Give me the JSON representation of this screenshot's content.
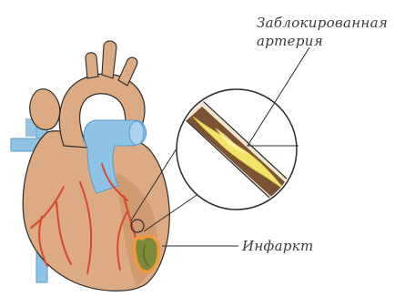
{
  "labels": {
    "blocked_artery_line1": "Заблокированная",
    "blocked_artery_line2": "артерия",
    "infarct": "Инфаркт"
  },
  "colors": {
    "heart_fill": "#dcab83",
    "heart_shade": "#c88e62",
    "vessel_blue": "#8ec3e6",
    "vessel_blue_dark": "#5a9ccc",
    "coronary_red": "#d9472f",
    "artery_wall": "#7b5233",
    "artery_lumen": "#f2e46a",
    "infarct_ring": "#f29a3a",
    "infarct_core": "#7c8a3a",
    "outline": "#2b2b2b"
  }
}
